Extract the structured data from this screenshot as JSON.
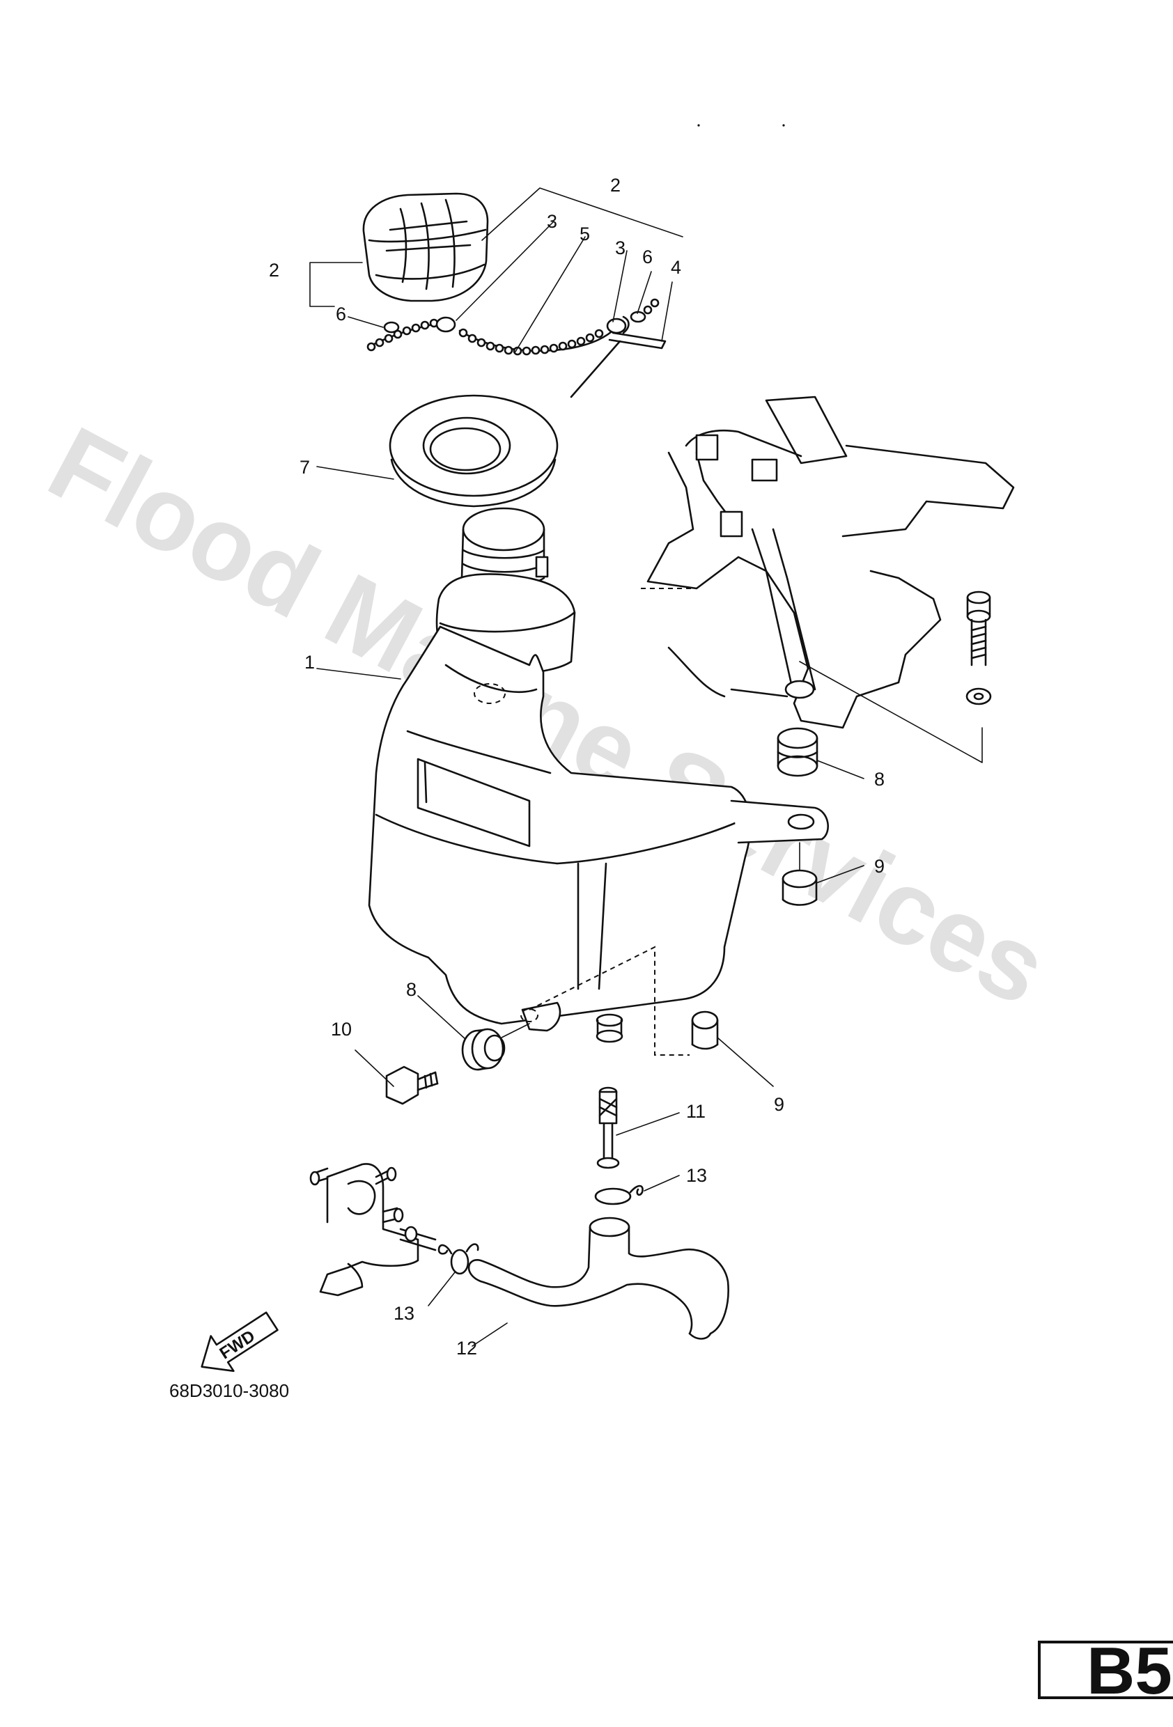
{
  "diagram": {
    "watermark": "Flood Marine Services",
    "part_code": "68D3010-3080",
    "page_badge": "B5",
    "fwd_label": "FWD",
    "callouts": [
      {
        "id": "c2a",
        "label": "2"
      },
      {
        "id": "c2b",
        "label": "2"
      },
      {
        "id": "c3a",
        "label": "3"
      },
      {
        "id": "c5",
        "label": "5"
      },
      {
        "id": "c3b",
        "label": "3"
      },
      {
        "id": "c6a",
        "label": "6"
      },
      {
        "id": "c4",
        "label": "4"
      },
      {
        "id": "c6b",
        "label": "6"
      },
      {
        "id": "c7",
        "label": "7"
      },
      {
        "id": "c1",
        "label": "1"
      },
      {
        "id": "c8a",
        "label": "8"
      },
      {
        "id": "c9a",
        "label": "9"
      },
      {
        "id": "c8b",
        "label": "8"
      },
      {
        "id": "c10",
        "label": "10"
      },
      {
        "id": "c9b",
        "label": "9"
      },
      {
        "id": "c11",
        "label": "11"
      },
      {
        "id": "c13a",
        "label": "13"
      },
      {
        "id": "c13b",
        "label": "13"
      },
      {
        "id": "c12",
        "label": "12"
      }
    ],
    "icons": [
      "fuel-cap-icon",
      "fuel-tank-icon",
      "fuel-cock-icon",
      "fuel-hose-icon",
      "fwd-arrow-icon"
    ]
  }
}
